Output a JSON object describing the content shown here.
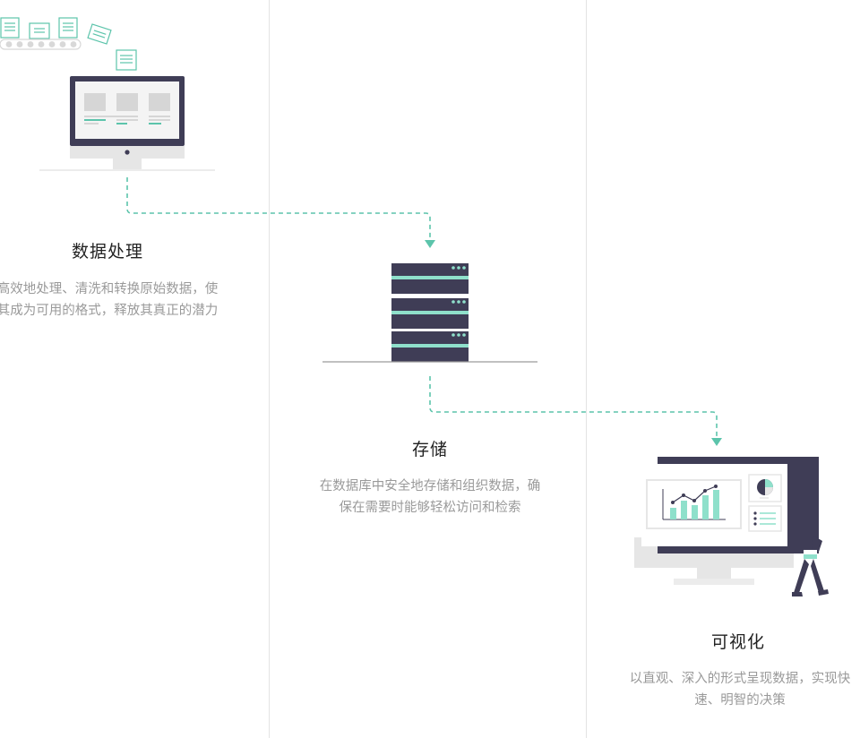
{
  "stages": [
    {
      "title": "数据处理",
      "description": "高效地处理、清洗和转换原始数据，使其成为可用的格式，释放其真正的潜力"
    },
    {
      "title": "存储",
      "description": "在数据库中安全地存储和组织数据，确保在需要时能够轻松访问和检索"
    },
    {
      "title": "可视化",
      "description": "以直观、深入的形式呈现数据，实现快速、明智的决策"
    }
  ],
  "colors": {
    "accent": "#5cc4ab",
    "dark": "#3f3d56",
    "divider": "#e3e3e3",
    "title": "#222222",
    "text": "#9a9a9a"
  },
  "icons": [
    "desktop-monitor-icon",
    "document-icon",
    "server-rack-icon",
    "dashboard-monitor-icon",
    "person-icon"
  ]
}
